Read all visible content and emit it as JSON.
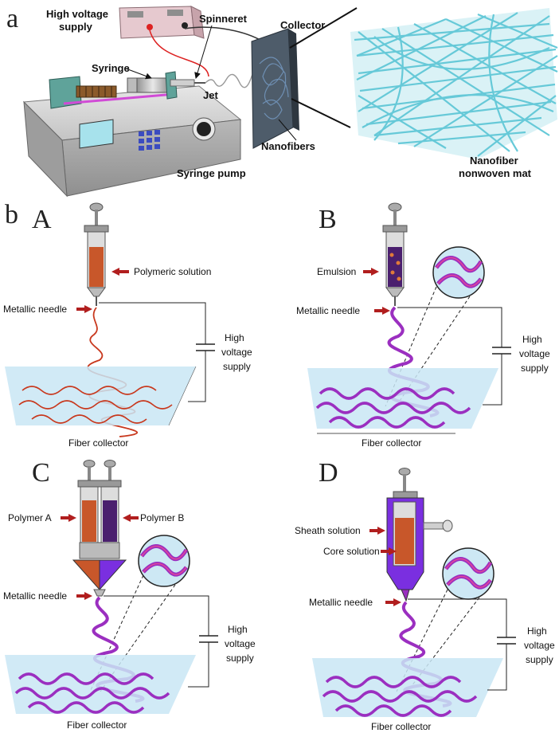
{
  "panel_a": {
    "letter": "a",
    "high_voltage_line1": "High voltage",
    "high_voltage_line2": "supply",
    "spinneret": "Spinneret",
    "collector": "Collector",
    "syringe": "Syringe",
    "jet": "Jet",
    "nanofibers": "Nanofibers",
    "syringe_pump": "Syringe pump",
    "mat_line1": "Nanofiber",
    "mat_line2": "nonwoven mat"
  },
  "panel_b_letter": "b",
  "subpanels": {
    "A": {
      "letter": "A",
      "solution_label": "Polymeric solution",
      "needle_label": "Metallic needle",
      "hv_line1": "High",
      "hv_line2": "voltage",
      "hv_line3": "supply",
      "collector_label": "Fiber collector"
    },
    "B": {
      "letter": "B",
      "solution_label": "Emulsion",
      "needle_label": "Metallic needle",
      "hv_line1": "High",
      "hv_line2": "voltage",
      "hv_line3": "supply",
      "collector_label": "Fiber collector"
    },
    "C": {
      "letter": "C",
      "polymer_a": "Polymer A",
      "polymer_b": "Polymer B",
      "needle_label": "Metallic needle",
      "hv_line1": "High",
      "hv_line2": "voltage",
      "hv_line3": "supply",
      "collector_label": "Fiber collector"
    },
    "D": {
      "letter": "D",
      "sheath_label": "Sheath solution",
      "core_label": "Core solution",
      "needle_label": "Metallic needle",
      "hv_line1": "High",
      "hv_line2": "voltage",
      "hv_line3": "supply",
      "collector_label": "Fiber collector"
    }
  },
  "colors": {
    "polymer_orange": "#c8572a",
    "emulsion_purple": "#4a1f6e",
    "fiber_purple": "#9b2fc0",
    "fiber_pink": "#e0459a",
    "fiber_red": "#c8381d",
    "collector_blue": "#c9e6f4",
    "arrow_red": "#b11e1e",
    "mat_cyan": "#5ec7d6"
  }
}
